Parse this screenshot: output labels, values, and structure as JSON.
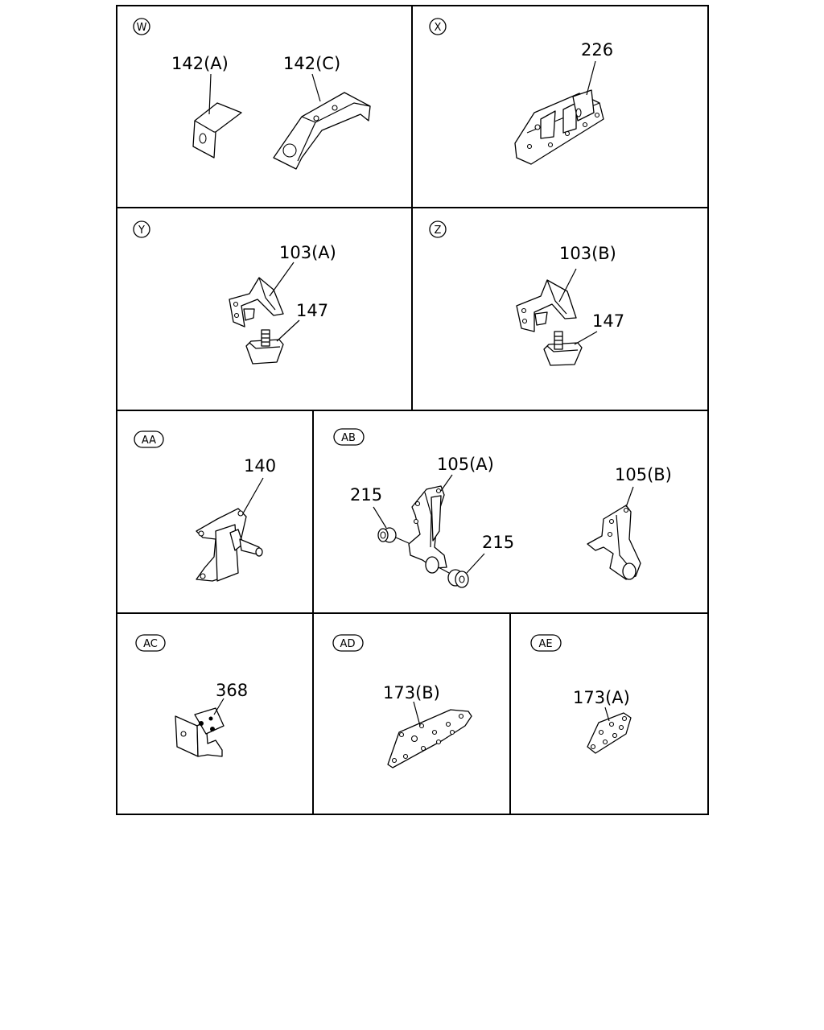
{
  "panels": [
    {
      "id": "W",
      "badge": "W",
      "labels": [
        "142(A)",
        "142(C)"
      ]
    },
    {
      "id": "X",
      "badge": "X",
      "labels": [
        "226"
      ]
    },
    {
      "id": "Y",
      "badge": "Y",
      "labels": [
        "103(A)",
        "147"
      ]
    },
    {
      "id": "Z",
      "badge": "Z",
      "labels": [
        "103(B)",
        "147"
      ]
    },
    {
      "id": "AA",
      "badge": "AA",
      "labels": [
        "140"
      ]
    },
    {
      "id": "AB",
      "badge": "AB",
      "labels": [
        "215",
        "105(A)",
        "215",
        "105(B)"
      ]
    },
    {
      "id": "AC",
      "badge": "AC",
      "labels": [
        "368"
      ]
    },
    {
      "id": "AD",
      "badge": "AD",
      "labels": [
        "173(B)"
      ]
    },
    {
      "id": "AE",
      "badge": "AE",
      "labels": [
        "173(A)"
      ]
    }
  ]
}
